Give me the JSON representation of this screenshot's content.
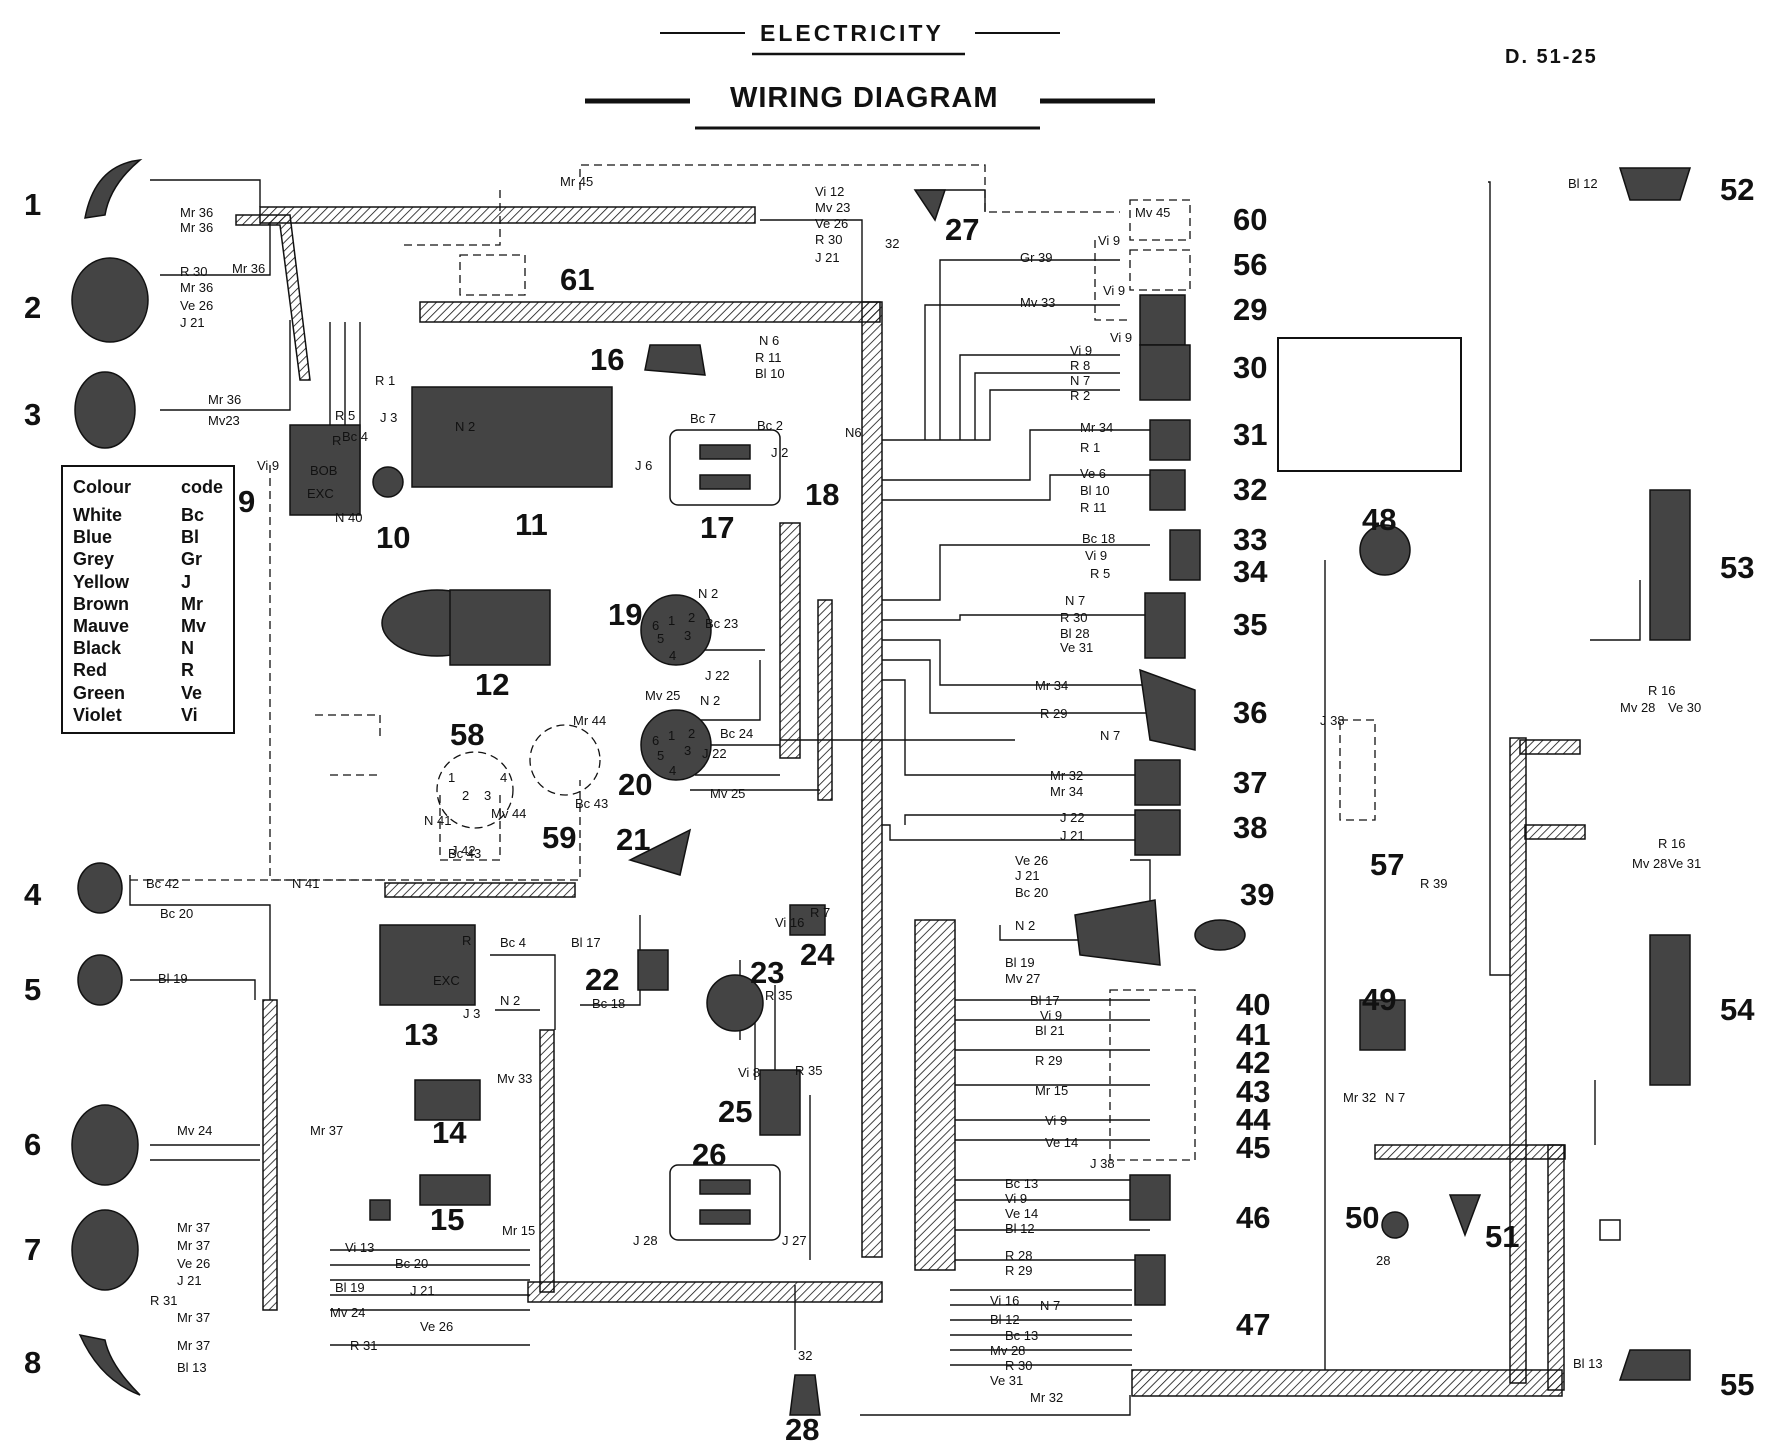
{
  "header": {
    "section": "ELECTRICITY",
    "title": "WIRING DIAGRAM",
    "ref": "D. 51-25"
  },
  "legend": {
    "head_colour": "Colour",
    "head_code": "code",
    "rows": [
      {
        "colour": "White",
        "code": "Bc"
      },
      {
        "colour": "Blue",
        "code": "Bl"
      },
      {
        "colour": "Grey",
        "code": "Gr"
      },
      {
        "colour": "Yellow",
        "code": "J"
      },
      {
        "colour": "Brown",
        "code": "Mr"
      },
      {
        "colour": "Mauve",
        "code": "Mv"
      },
      {
        "colour": "Black",
        "code": "N"
      },
      {
        "colour": "Red",
        "code": "R"
      },
      {
        "colour": "Green",
        "code": "Ve"
      },
      {
        "colour": "Violet",
        "code": "Vi"
      }
    ]
  },
  "component_numbers": [
    "1",
    "2",
    "3",
    "4",
    "5",
    "6",
    "7",
    "8",
    "9",
    "10",
    "11",
    "12",
    "13",
    "14",
    "15",
    "16",
    "17",
    "18",
    "19",
    "20",
    "21",
    "22",
    "23",
    "24",
    "25",
    "26",
    "27",
    "28",
    "29",
    "30",
    "31",
    "32",
    "33",
    "34",
    "35",
    "36",
    "37",
    "38",
    "39",
    "40",
    "41",
    "42",
    "43",
    "44",
    "45",
    "46",
    "47",
    "48",
    "49",
    "50",
    "51",
    "52",
    "53",
    "54",
    "55",
    "56",
    "57",
    "58",
    "59",
    "60",
    "61"
  ],
  "wire_labels": [
    "Bl 12",
    "Mr 36",
    "Mr 36",
    "Mr 36",
    "R 30",
    "Mr 36",
    "Ve 26",
    "J 21",
    "Mr 36",
    "Mv23",
    "Mr 45",
    "Vi 12",
    "Mv 23",
    "Ve 26",
    "R 30",
    "J 21",
    "Mv 45",
    "Vi 9",
    "Gr 39",
    "Vi 9",
    "Mv 33",
    "Vi 9",
    "Vi 9",
    "R 8",
    "N 7",
    "R 2",
    "Mr 34",
    "R 1",
    "Ve 6",
    "Bl 10",
    "R 11",
    "Bc 18",
    "Vi 9",
    "R 5",
    "N 7",
    "R 30",
    "Bl 28",
    "Ve 31",
    "Mr 34",
    "R 29",
    "N 7",
    "Mr 32",
    "Mr 34",
    "J 22",
    "J 21",
    "Ve 26",
    "J 21",
    "Bc 20",
    "N 2",
    "Bl 19",
    "Mv 27",
    "Bl 17",
    "Vi 9",
    "Bl 21",
    "R 29",
    "Mr 15",
    "Vi 9",
    "Ve 14",
    "Bc 13",
    "Vi 9",
    "Ve 14",
    "Bl 12",
    "R 28",
    "R 29",
    "Vi 16",
    "N 7",
    "Bl 12",
    "Bc 13",
    "Mv 28",
    "R 30",
    "Ve 31",
    "Mr 32",
    "N 6",
    "R 11",
    "Bl 10",
    "Bc 7",
    "Bc 2",
    "J 6",
    "J 2",
    "N6",
    "R 1",
    "R 5",
    "Bc 4",
    "N 2",
    "J 3",
    "Vi 9",
    "N 40",
    "N 2",
    "Bc 23",
    "J 22",
    "Mv 25",
    "N 2",
    "Bc 24",
    "J 22",
    "Mv 25",
    "Mr 44",
    "Bc 43",
    "N 41",
    "J 42",
    "Mv 44",
    "Bc 43",
    "N 41",
    "Bc 42",
    "Bc 20",
    "Bl 19",
    "Mv 24",
    "Mr 37",
    "Mr 37",
    "Mr 37",
    "Ve 26",
    "J 21",
    "R 31",
    "Mr 37",
    "Mr 37",
    "Bl 13",
    "Vi 13",
    "Bc 20",
    "Bl 19",
    "J 21",
    "Mv 24",
    "Ve 26",
    "R 31",
    "Bc 4",
    "Bl 17",
    "N 2",
    "J 3",
    "Bc 18",
    "Mv 33",
    "Mr 15",
    "R 35",
    "R 35",
    "Vi 8",
    "Vi 16",
    "R 7",
    "J 28",
    "J 27",
    "32",
    "32",
    "J 38",
    "Mv 28",
    "R 16",
    "Ve 30",
    "R 16",
    "Mv 28",
    "Ve 31",
    "R 39",
    "Mr 32",
    "N 7",
    "28",
    "Bl 13",
    "J 38"
  ],
  "internal_labels": [
    "R",
    "EXC",
    "R",
    "BOB",
    "EXC",
    "1",
    "2",
    "3",
    "4",
    "5",
    "6",
    "1",
    "2",
    "3",
    "4",
    "5",
    "6",
    "1",
    "2",
    "3",
    "4"
  ],
  "colors": {
    "ink": "#111111",
    "paper": "#ffffff",
    "fill": "#444444"
  }
}
